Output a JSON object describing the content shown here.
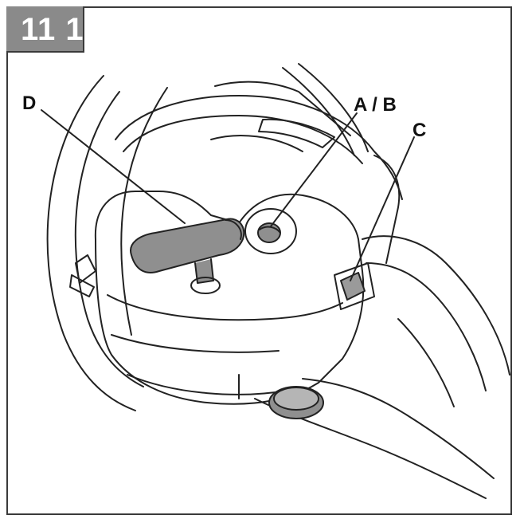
{
  "figure": {
    "badge": "11 1",
    "labels": {
      "d": "D",
      "ab": "A / B",
      "c": "C"
    }
  },
  "colors": {
    "badge_bg": "#8a8a8a",
    "line": "#222222",
    "grip_fill": "#8f8f8f",
    "border": "#3a3a3a"
  },
  "icons": [
    "chainsaw-illustration",
    "starter-handle",
    "choke-knob",
    "stop-switch"
  ]
}
